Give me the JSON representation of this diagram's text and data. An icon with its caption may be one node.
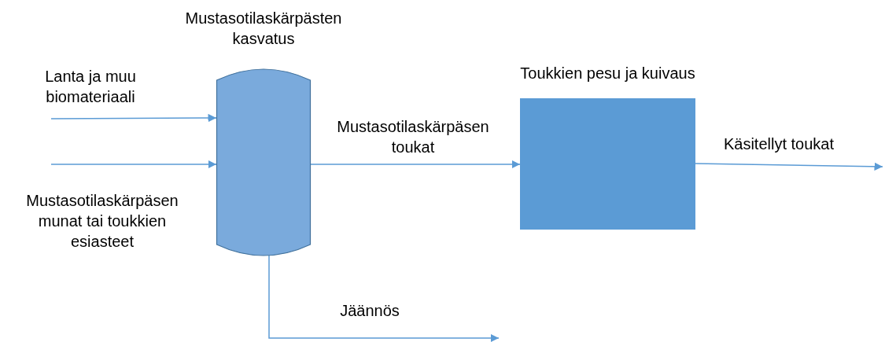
{
  "diagram": {
    "nodes": [
      {
        "text": [
          "Mustasotilaskärpästen kasvatus"
        ]
      },
      {
        "text": [
          "Toukkien pesu ja kuivaus"
        ]
      }
    ],
    "edges": [
      {
        "from": null,
        "to": 0,
        "arrow": "to",
        "label": "Lanta ja muu biomateriaali"
      },
      {
        "from": null,
        "to": 0,
        "arrow": "to",
        "label": "Mustasotilaskärpäsen munat tai toukkien esiasteet"
      },
      {
        "from": 0,
        "to": 1,
        "arrow": "to",
        "label": "Mustasotilaskärpäsen toukat"
      },
      {
        "from": 1,
        "to": null,
        "arrow": "to",
        "label": "Käsitellyt toukat"
      },
      {
        "from": 0,
        "to": null,
        "arrow": "to",
        "label": "Jäännös"
      }
    ]
  }
}
